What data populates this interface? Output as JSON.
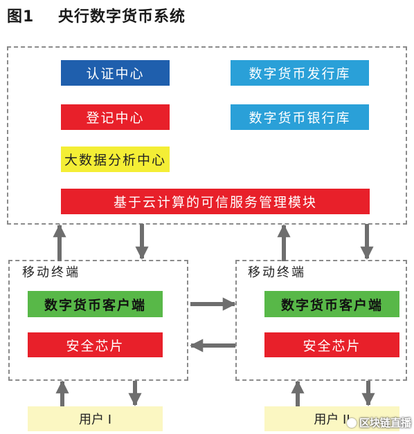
{
  "title": "图1    央行数字货币系统",
  "central": {
    "boxes": [
      {
        "id": "auth-center",
        "label": "认证中心",
        "bg": "#1f5fad",
        "fg": "#ffffff"
      },
      {
        "id": "issuing-db",
        "label": "数字货币发行库",
        "bg": "#2aa0d8",
        "fg": "#ffffff"
      },
      {
        "id": "registry-center",
        "label": "登记中心",
        "bg": "#e8202a",
        "fg": "#ffffff"
      },
      {
        "id": "bank-db",
        "label": "数字货币银行库",
        "bg": "#2aa0d8",
        "fg": "#ffffff"
      },
      {
        "id": "bigdata-center",
        "label": "大数据分析中心",
        "bg": "#f4ee35",
        "fg": "#222222"
      },
      {
        "id": "cloud-module",
        "label": "基于云计算的可信服务管理模块",
        "bg": "#e8202a",
        "fg": "#ffffff"
      }
    ]
  },
  "terminals": [
    {
      "label": "移动终端",
      "client": "数字货币客户端",
      "chip": "安全芯片",
      "user": "用户 I"
    },
    {
      "label": "移动终端",
      "client": "数字货币客户端",
      "chip": "安全芯片",
      "user": "用户 II"
    }
  ],
  "colors": {
    "client_bg": "#58b848",
    "chip_bg": "#e8202a",
    "user_bg": "#fbf7c2",
    "arrow": "#6e6e6e"
  },
  "watermark": "区块链直播"
}
